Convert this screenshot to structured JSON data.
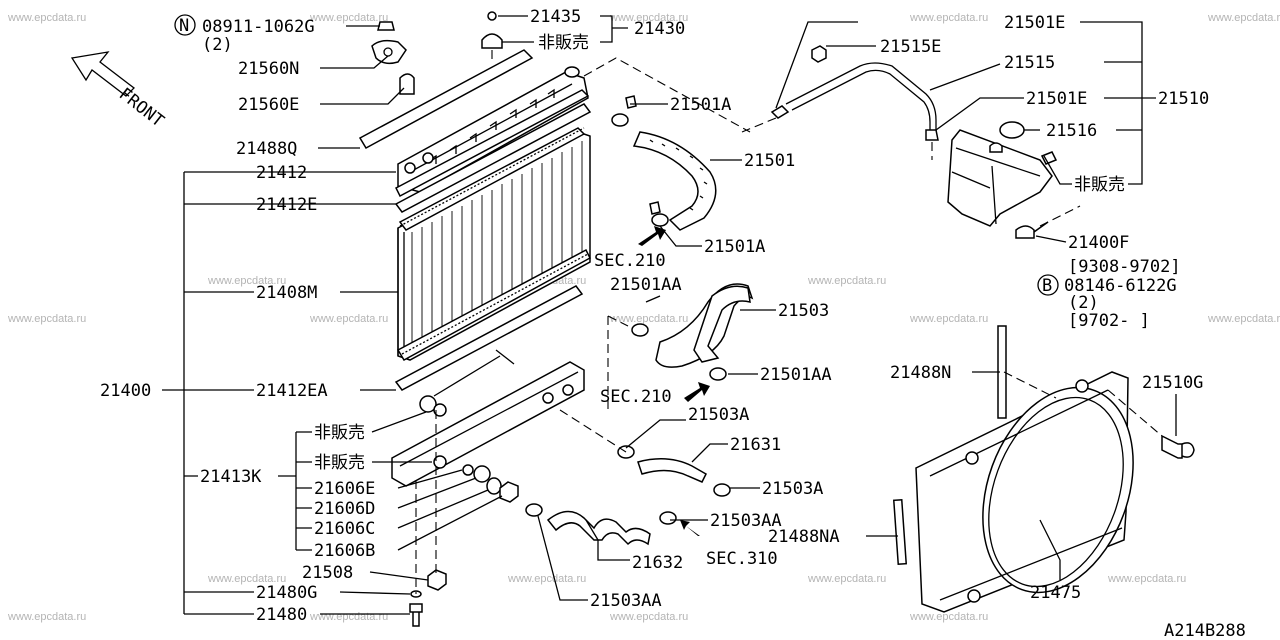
{
  "watermark": "www.epcdata.ru",
  "diagram_code": "A214B288",
  "front_label": "FRONT",
  "labels": {
    "p08911": "08911-1062G",
    "p08911_qty": "(2)",
    "p21560N": "21560N",
    "p21560E": "21560E",
    "p21488Q": "21488Q",
    "p21412": "21412",
    "p21412E": "21412E",
    "p21408M": "21408M",
    "p21400": "21400",
    "p21412EA": "21412EA",
    "notsold1": "非販売",
    "notsold2": "非販売",
    "p21413K": "21413K",
    "p21606E": "21606E",
    "p21606D": "21606D",
    "p21606C": "21606C",
    "p21606B": "21606B",
    "p21508": "21508",
    "p21480G": "21480G",
    "p21480": "21480",
    "p21435": "21435",
    "notsold_top": "非販売",
    "p21430": "21430",
    "p21501A_top": "21501A",
    "p21501": "21501",
    "p21501A_bot": "21501A",
    "sec210_a": "SEC.210",
    "p21501AA_top": "21501AA",
    "p21503": "21503",
    "p21501AA_bot": "21501AA",
    "sec210_b": "SEC.210",
    "p21503A_top": "21503A",
    "p21631": "21631",
    "p21503A_bot": "21503A",
    "p21503AA_mid": "21503AA",
    "p21632": "21632",
    "sec310": "SEC.310",
    "p21503AA_bot": "21503AA",
    "p21501E_top": "21501E",
    "p21515E": "21515E",
    "p21515": "21515",
    "p21501E_mid": "21501E",
    "p21510": "21510",
    "p21516": "21516",
    "notsold_tank": "非販売",
    "p21400F": "21400F",
    "date1": "[9308-9702]",
    "p08146": "08146-6122G",
    "p08146_qty": "(2)",
    "date2": "[9702-    ]",
    "p21488N": "21488N",
    "p21510G": "21510G",
    "p21488NA": "21488NA",
    "p21475": "21475"
  },
  "circle_marks": {
    "n": "N",
    "b": "B"
  }
}
